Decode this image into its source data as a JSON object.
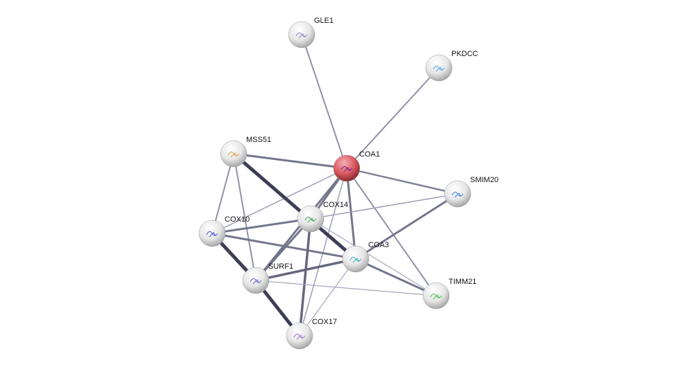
{
  "nodes": [
    {
      "id": "GLE1",
      "label": "GLE1",
      "color": "#e8e8e8",
      "art": "#8a7fd0"
    },
    {
      "id": "PKDCC",
      "label": "PKDCC",
      "color": "#e8e8e8",
      "art": "#50a0e0"
    },
    {
      "id": "MSS51",
      "label": "MSS51",
      "color": "#e8e8e8",
      "art": "#e0a040"
    },
    {
      "id": "COA1",
      "label": "COA1",
      "color": "#d9575e",
      "art": "#7a1f8a",
      "query": true
    },
    {
      "id": "SMIM20",
      "label": "SMIM20",
      "color": "#e8e8e8",
      "art": "#3080e0"
    },
    {
      "id": "COX14",
      "label": "COX14",
      "color": "#e8e8e8",
      "art": "#3aa060"
    },
    {
      "id": "COX10",
      "label": "COX10",
      "color": "#e8e8e8",
      "art": "#4050d0"
    },
    {
      "id": "COA3",
      "label": "COA3",
      "color": "#e8e8e8",
      "art": "#30b0c0"
    },
    {
      "id": "SURF1",
      "label": "SURF1",
      "color": "#e8e8e8",
      "art": "#6060d0"
    },
    {
      "id": "TIMM21",
      "label": "TIMM21",
      "color": "#e8e8e8",
      "art": "#40c040"
    },
    {
      "id": "COX17",
      "label": "COX17",
      "color": "#e8e8e8",
      "art": "#a070d0"
    }
  ],
  "edges": [
    [
      "COA1",
      "GLE1",
      2
    ],
    [
      "COA1",
      "PKDCC",
      2
    ],
    [
      "COA1",
      "MSS51",
      3
    ],
    [
      "COA1",
      "SMIM20",
      2.5
    ],
    [
      "COA1",
      "COX10",
      1.5
    ],
    [
      "COA1",
      "COX14",
      3
    ],
    [
      "COA1",
      "SURF1",
      3
    ],
    [
      "COA1",
      "COX17",
      1.5
    ],
    [
      "COA1",
      "COA3",
      3
    ],
    [
      "COA1",
      "TIMM21",
      2
    ],
    [
      "MSS51",
      "COA3",
      5
    ],
    [
      "MSS51",
      "COX10",
      2
    ],
    [
      "MSS51",
      "SURF1",
      2
    ],
    [
      "COX10",
      "COX14",
      3
    ],
    [
      "COX10",
      "COA3",
      3
    ],
    [
      "COX10",
      "SURF1",
      5
    ],
    [
      "SURF1",
      "COX17",
      5
    ],
    [
      "COX14",
      "SURF1",
      3
    ],
    [
      "COX14",
      "COX17",
      3.5
    ],
    [
      "COX14",
      "SMIM20",
      1.5
    ],
    [
      "COX14",
      "TIMM21",
      1.2
    ],
    [
      "COA3",
      "SMIM20",
      3
    ],
    [
      "COA3",
      "SURF1",
      3.5
    ],
    [
      "COA3",
      "TIMM21",
      3
    ],
    [
      "COA3",
      "COX17",
      1.2
    ],
    [
      "SURF1",
      "TIMM21",
      1.2
    ]
  ]
}
